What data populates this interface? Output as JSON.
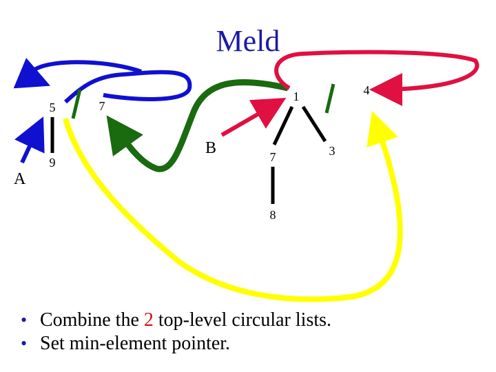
{
  "title": "Meld",
  "nodes": [
    {
      "id": "n5",
      "label": "5"
    },
    {
      "id": "n9",
      "label": "9"
    },
    {
      "id": "n7a",
      "label": "7"
    },
    {
      "id": "n1",
      "label": "1"
    },
    {
      "id": "n4",
      "label": "4"
    },
    {
      "id": "n7b",
      "label": "7"
    },
    {
      "id": "n3",
      "label": "3"
    },
    {
      "id": "n8",
      "label": "8"
    }
  ],
  "pointers": {
    "a": "A",
    "b": "B"
  },
  "colors": {
    "title": "#1a1aa6",
    "blue_list": "#1010d0",
    "red_list": "#e01040",
    "green_link": "#1a6a10",
    "yellow_link": "#ffff00",
    "tree_edge": "#000000",
    "bullet": "#1a1aa6",
    "highlight": "#d01010"
  },
  "bullets": [
    {
      "before": "Combine the ",
      "highlight": "2",
      "after": " top-level circular lists."
    },
    {
      "before": "Set min-element pointer.",
      "highlight": "",
      "after": ""
    }
  ]
}
